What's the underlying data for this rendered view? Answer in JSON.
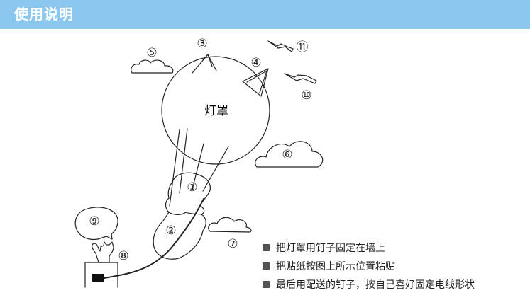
{
  "header": {
    "title": "使用说明"
  },
  "diagram": {
    "lampshade_label": "灯罩",
    "markers": [
      "①",
      "②",
      "③",
      "④",
      "⑤",
      "⑥",
      "⑦",
      "⑧",
      "⑨",
      "⑩",
      "⑪"
    ]
  },
  "steps": [
    "把灯罩用钉子固定在墙上",
    "把贴纸按图上所示位置粘贴",
    "最后用配送的钉子，按自己喜好固定电线形状"
  ],
  "colors": {
    "header": "#8ac6ee",
    "line": "#222222",
    "bullet": "#555555"
  }
}
